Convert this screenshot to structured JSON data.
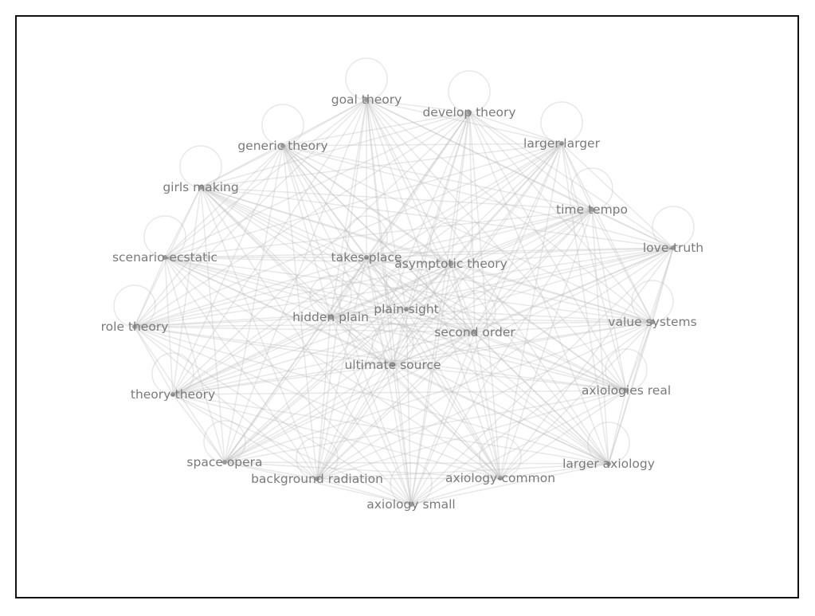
{
  "graph": {
    "type": "network",
    "fully_connected": true,
    "self_loops": true,
    "edge_color": "#bdbdbd",
    "label_color": "#7a7a7a",
    "nodes": [
      "goal theory",
      "develop theory",
      "larger-larger",
      "time tempo",
      "love-truth",
      "value systems",
      "axiologies real",
      "larger axiology",
      "axiology-common",
      "axiology small",
      "background radiation",
      "space opera",
      "theory-theory",
      "role theory",
      "scenario-ecstatic",
      "girls making",
      "generic theory",
      "takes-place",
      "asymptotic theory",
      "plain-sight",
      "hidden plain",
      "second order",
      "ultimate source"
    ]
  }
}
